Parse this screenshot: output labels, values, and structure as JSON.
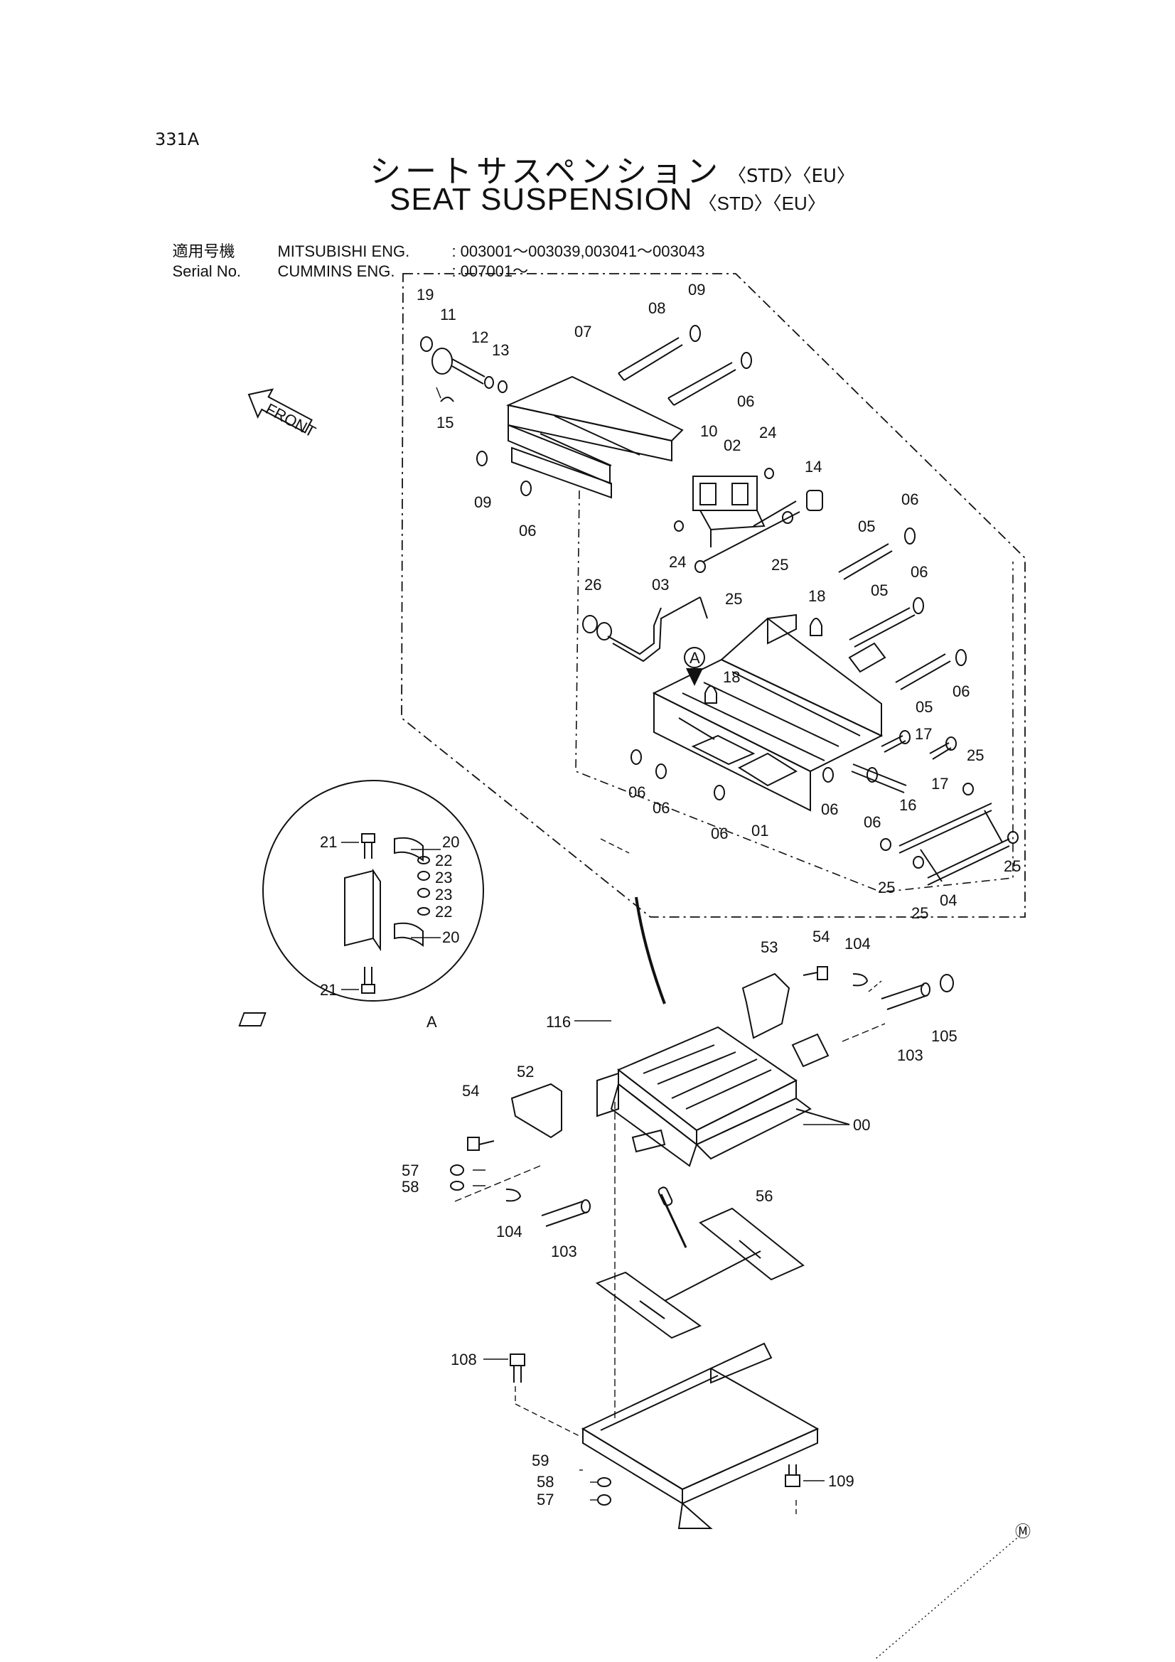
{
  "header": {
    "page_code": "331A",
    "title_jp": "シートサスペンション",
    "title_en": "SEAT SUSPENSION",
    "suffix": "〈STD〉〈EU〉",
    "serial": {
      "label_jp": "適用号機",
      "label_en": "Serial No.",
      "rows": [
        {
          "engine": "MITSUBISHI ENG.",
          "range": ": 003001～003039,003041～003043"
        },
        {
          "engine": "CUMMINS ENG.",
          "range": ": 007001～"
        }
      ]
    }
  },
  "diagram": {
    "front_label": "FRONT",
    "detail_label": "A",
    "marker": "Ⓜ",
    "callouts": [
      {
        "id": "c19",
        "text": "19"
      },
      {
        "id": "c11",
        "text": "11"
      },
      {
        "id": "c12",
        "text": "12"
      },
      {
        "id": "c13",
        "text": "13"
      },
      {
        "id": "c15",
        "text": "15"
      },
      {
        "id": "c07",
        "text": "07"
      },
      {
        "id": "c08",
        "text": "08"
      },
      {
        "id": "c09a",
        "text": "09"
      },
      {
        "id": "c06a",
        "text": "06"
      },
      {
        "id": "c10",
        "text": "10"
      },
      {
        "id": "c02",
        "text": "02"
      },
      {
        "id": "c24a",
        "text": "24"
      },
      {
        "id": "c14",
        "text": "14"
      },
      {
        "id": "c09b",
        "text": "09"
      },
      {
        "id": "c06b",
        "text": "06"
      },
      {
        "id": "c24b",
        "text": "24"
      },
      {
        "id": "c25a",
        "text": "25"
      },
      {
        "id": "c25b",
        "text": "25"
      },
      {
        "id": "c06c",
        "text": "06"
      },
      {
        "id": "c05a",
        "text": "05"
      },
      {
        "id": "c06d",
        "text": "06"
      },
      {
        "id": "c26",
        "text": "26"
      },
      {
        "id": "c03",
        "text": "03"
      },
      {
        "id": "c18a",
        "text": "18"
      },
      {
        "id": "c05b",
        "text": "05"
      },
      {
        "id": "cA",
        "text": "A"
      },
      {
        "id": "c18b",
        "text": "18"
      },
      {
        "id": "c06e",
        "text": "06"
      },
      {
        "id": "c05c",
        "text": "05"
      },
      {
        "id": "c17a",
        "text": "17"
      },
      {
        "id": "c17b",
        "text": "17"
      },
      {
        "id": "c25c",
        "text": "25"
      },
      {
        "id": "c06f",
        "text": "06"
      },
      {
        "id": "c06g",
        "text": "06"
      },
      {
        "id": "c06h",
        "text": "06"
      },
      {
        "id": "c01",
        "text": "01"
      },
      {
        "id": "c06i",
        "text": "06"
      },
      {
        "id": "c06j",
        "text": "06"
      },
      {
        "id": "c16",
        "text": "16"
      },
      {
        "id": "c25d",
        "text": "25"
      },
      {
        "id": "c25e",
        "text": "25"
      },
      {
        "id": "c25f",
        "text": "25"
      },
      {
        "id": "c04",
        "text": "04"
      },
      {
        "id": "c21a",
        "text": "21"
      },
      {
        "id": "c20a",
        "text": "20"
      },
      {
        "id": "c22a",
        "text": "22"
      },
      {
        "id": "c23a",
        "text": "23"
      },
      {
        "id": "c23b",
        "text": "23"
      },
      {
        "id": "c22b",
        "text": "22"
      },
      {
        "id": "c20b",
        "text": "20"
      },
      {
        "id": "c21b",
        "text": "21"
      },
      {
        "id": "c53",
        "text": "53"
      },
      {
        "id": "c54a",
        "text": "54"
      },
      {
        "id": "c104a",
        "text": "104"
      },
      {
        "id": "c105",
        "text": "105"
      },
      {
        "id": "c103a",
        "text": "103"
      },
      {
        "id": "c116",
        "text": "116"
      },
      {
        "id": "c00",
        "text": "00"
      },
      {
        "id": "c52",
        "text": "52"
      },
      {
        "id": "c54b",
        "text": "54"
      },
      {
        "id": "c57a",
        "text": "57"
      },
      {
        "id": "c58a",
        "text": "58"
      },
      {
        "id": "c104b",
        "text": "104"
      },
      {
        "id": "c103b",
        "text": "103"
      },
      {
        "id": "c56",
        "text": "56"
      },
      {
        "id": "c108",
        "text": "108"
      },
      {
        "id": "c59",
        "text": "59"
      },
      {
        "id": "c58b",
        "text": "58"
      },
      {
        "id": "c57b",
        "text": "57"
      },
      {
        "id": "c109",
        "text": "109"
      }
    ]
  }
}
